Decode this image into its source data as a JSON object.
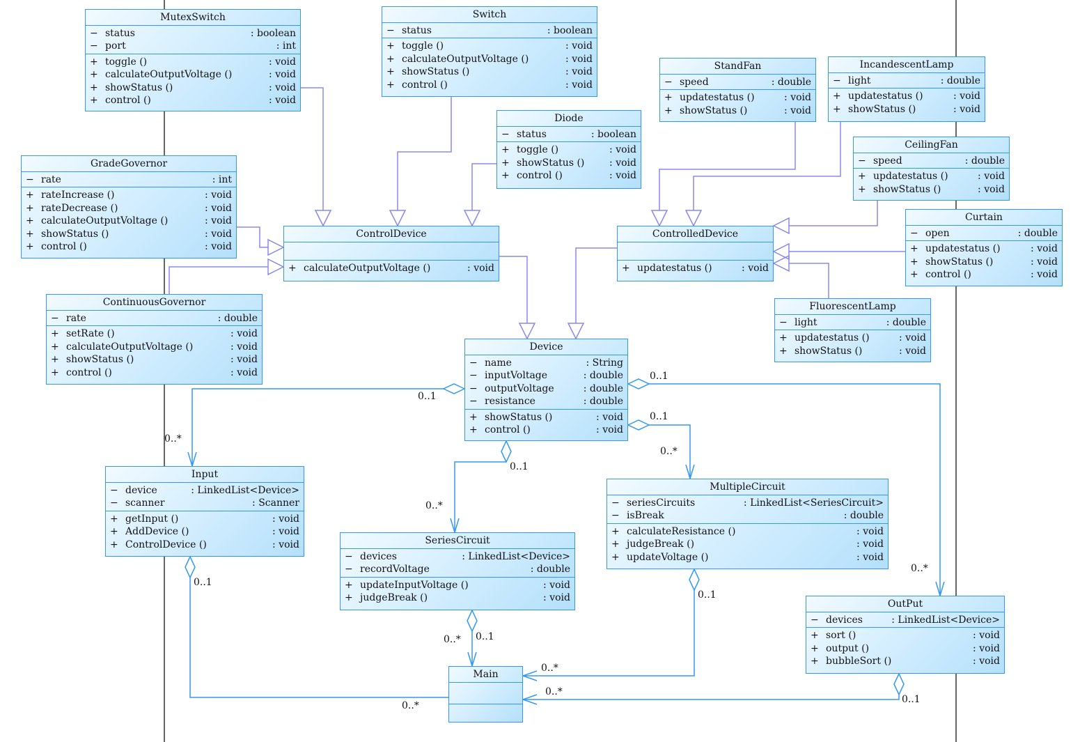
{
  "classes": {
    "mutexswitch": {
      "name": "MutexSwitch",
      "attrs": [
        {
          "v": "-",
          "n": "status",
          "t": ": boolean"
        },
        {
          "v": "-",
          "n": "port",
          "t": ": int"
        }
      ],
      "ops": [
        {
          "v": "+",
          "n": "toggle ()",
          "t": ": void"
        },
        {
          "v": "+",
          "n": "calculateOutputVoltage ()",
          "t": ": void"
        },
        {
          "v": "+",
          "n": "showStatus ()",
          "t": ": void"
        },
        {
          "v": "+",
          "n": "control ()",
          "t": ": void"
        }
      ]
    },
    "switch": {
      "name": "Switch",
      "attrs": [
        {
          "v": "-",
          "n": "status",
          "t": ": boolean"
        }
      ],
      "ops": [
        {
          "v": "+",
          "n": "toggle ()",
          "t": ": void"
        },
        {
          "v": "+",
          "n": "calculateOutputVoltage ()",
          "t": ": void"
        },
        {
          "v": "+",
          "n": "showStatus ()",
          "t": ": void"
        },
        {
          "v": "+",
          "n": "control ()",
          "t": ": void"
        }
      ]
    },
    "diode": {
      "name": "Diode",
      "attrs": [
        {
          "v": "-",
          "n": "status",
          "t": ": boolean"
        }
      ],
      "ops": [
        {
          "v": "+",
          "n": "toggle ()",
          "t": ": void"
        },
        {
          "v": "+",
          "n": "showStatus ()",
          "t": ": void"
        },
        {
          "v": "+",
          "n": "control ()",
          "t": ": void"
        }
      ]
    },
    "standfan": {
      "name": "StandFan",
      "attrs": [
        {
          "v": "-",
          "n": "speed",
          "t": ": double"
        }
      ],
      "ops": [
        {
          "v": "+",
          "n": "updatestatus ()",
          "t": ": void"
        },
        {
          "v": "+",
          "n": "showStatus ()",
          "t": ": void"
        }
      ]
    },
    "incandescentlamp": {
      "name": "IncandescentLamp",
      "attrs": [
        {
          "v": "-",
          "n": "light",
          "t": ": double"
        }
      ],
      "ops": [
        {
          "v": "+",
          "n": "updatestatus ()",
          "t": ": void"
        },
        {
          "v": "+",
          "n": "showStatus ()",
          "t": ": void"
        }
      ]
    },
    "ceilingfan": {
      "name": "CeilingFan",
      "attrs": [
        {
          "v": "-",
          "n": "speed",
          "t": ": double"
        }
      ],
      "ops": [
        {
          "v": "+",
          "n": "updatestatus ()",
          "t": ": void"
        },
        {
          "v": "+",
          "n": "showStatus ()",
          "t": ": void"
        }
      ]
    },
    "curtain": {
      "name": "Curtain",
      "attrs": [
        {
          "v": "-",
          "n": "open",
          "t": ": double"
        }
      ],
      "ops": [
        {
          "v": "+",
          "n": "updatestatus ()",
          "t": ": void"
        },
        {
          "v": "+",
          "n": "showStatus ()",
          "t": ": void"
        },
        {
          "v": "+",
          "n": "control ()",
          "t": ": void"
        }
      ]
    },
    "gradegovernor": {
      "name": "GradeGovernor",
      "attrs": [
        {
          "v": "-",
          "n": "rate",
          "t": ": int"
        }
      ],
      "ops": [
        {
          "v": "+",
          "n": "rateIncrease ()",
          "t": ": void"
        },
        {
          "v": "+",
          "n": "rateDecrease ()",
          "t": ": void"
        },
        {
          "v": "+",
          "n": "calculateOutputVoltage ()",
          "t": ": void"
        },
        {
          "v": "+",
          "n": "showStatus ()",
          "t": ": void"
        },
        {
          "v": "+",
          "n": "control ()",
          "t": ": void"
        }
      ]
    },
    "controldevice": {
      "name": "ControlDevice",
      "attrs": [],
      "ops": [
        {
          "v": "+",
          "n": "calculateOutputVoltage ()",
          "t": ": void"
        }
      ]
    },
    "controlleddevice": {
      "name": "ControlledDevice",
      "attrs": [],
      "ops": [
        {
          "v": "+",
          "n": "updatestatus ()",
          "t": ": void"
        }
      ]
    },
    "continuousgovernor": {
      "name": "ContinuousGovernor",
      "attrs": [
        {
          "v": "-",
          "n": "rate",
          "t": ": double"
        }
      ],
      "ops": [
        {
          "v": "+",
          "n": "setRate ()",
          "t": ": void"
        },
        {
          "v": "+",
          "n": "calculateOutputVoltage ()",
          "t": ": void"
        },
        {
          "v": "+",
          "n": "showStatus ()",
          "t": ": void"
        },
        {
          "v": "+",
          "n": "control ()",
          "t": ": void"
        }
      ]
    },
    "fluorescentlamp": {
      "name": "FluorescentLamp",
      "attrs": [
        {
          "v": "-",
          "n": "light",
          "t": ": double"
        }
      ],
      "ops": [
        {
          "v": "+",
          "n": "updatestatus ()",
          "t": ": void"
        },
        {
          "v": "+",
          "n": "showStatus ()",
          "t": ": void"
        }
      ]
    },
    "device": {
      "name": "Device",
      "attrs": [
        {
          "v": "-",
          "n": "name",
          "t": ": String"
        },
        {
          "v": "-",
          "n": "inputVoltage",
          "t": ": double"
        },
        {
          "v": "-",
          "n": "outputVoltage",
          "t": ": double"
        },
        {
          "v": "-",
          "n": "resistance",
          "t": ": double"
        }
      ],
      "ops": [
        {
          "v": "+",
          "n": "showStatus ()",
          "t": ": void"
        },
        {
          "v": "+",
          "n": "control ()",
          "t": ": void"
        }
      ]
    },
    "input": {
      "name": "Input",
      "attrs": [
        {
          "v": "-",
          "n": "device",
          "t": ": LinkedList<Device>"
        },
        {
          "v": "-",
          "n": "scanner",
          "t": ": Scanner"
        }
      ],
      "ops": [
        {
          "v": "+",
          "n": "getInput ()",
          "t": ": void"
        },
        {
          "v": "+",
          "n": "AddDevice ()",
          "t": ": void"
        },
        {
          "v": "+",
          "n": "ControlDevice ()",
          "t": ": void"
        }
      ]
    },
    "seriescircuit": {
      "name": "SeriesCircuit",
      "attrs": [
        {
          "v": "-",
          "n": "devices",
          "t": ": LinkedList<Device>"
        },
        {
          "v": "-",
          "n": "recordVoltage",
          "t": ": double"
        }
      ],
      "ops": [
        {
          "v": "+",
          "n": "updateInputVoltage ()",
          "t": ": void"
        },
        {
          "v": "+",
          "n": "judgeBreak ()",
          "t": ": void"
        }
      ]
    },
    "multiplecircuit": {
      "name": "MultipleCircuit",
      "attrs": [
        {
          "v": "-",
          "n": "seriesCircuits",
          "t": ": LinkedList<SeriesCircuit>"
        },
        {
          "v": "-",
          "n": "isBreak",
          "t": ": double"
        }
      ],
      "ops": [
        {
          "v": "+",
          "n": "calculateResistance ()",
          "t": ": void"
        },
        {
          "v": "+",
          "n": "judgeBreak ()",
          "t": ": void"
        },
        {
          "v": "+",
          "n": "updateVoltage ()",
          "t": ": void"
        }
      ]
    },
    "output": {
      "name": "OutPut",
      "attrs": [
        {
          "v": "-",
          "n": "devices",
          "t": ": LinkedList<Device>"
        }
      ],
      "ops": [
        {
          "v": "+",
          "n": "sort ()",
          "t": ": void"
        },
        {
          "v": "+",
          "n": "output ()",
          "t": ": void"
        },
        {
          "v": "+",
          "n": "bubbleSort ()",
          "t": ": void"
        }
      ]
    },
    "main": {
      "name": "Main",
      "attrs": [],
      "ops": []
    }
  },
  "multiplicities": {
    "device_input_agg": "0..1",
    "input_end": "0..*",
    "device_output_agg": "0..1",
    "device_multiple_agg": "0..1",
    "multiple_end": "0..*",
    "device_series_agg": "0..1",
    "series_end": "0..*",
    "output_end": "0..*",
    "input_main_agg": "0..1",
    "input_main_end": "0..*",
    "series_main_agg": "0..1",
    "series_main_end": "0..*",
    "multiple_main_agg": "0..1",
    "multiple_main_end": "0..*",
    "output_main_agg": "0..1",
    "output_main_end": "0..*"
  },
  "colors": {
    "border": "#3399ee",
    "generalization": "#8888ee",
    "association": "#3399ee",
    "lifeline": "#333333"
  }
}
